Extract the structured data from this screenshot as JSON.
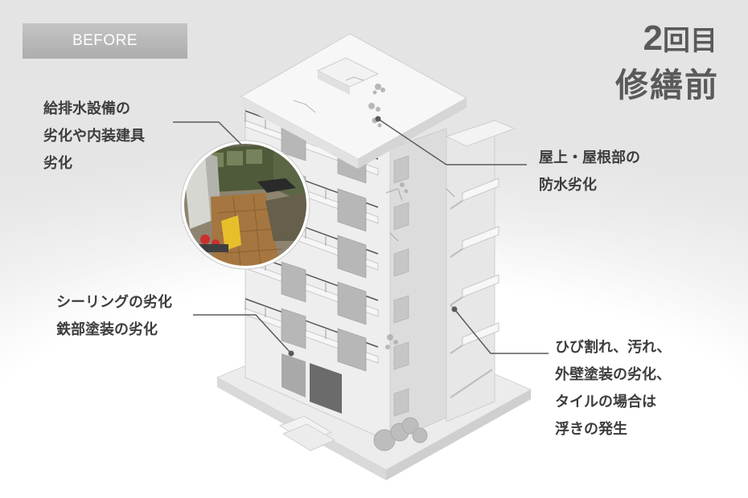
{
  "badge": "BEFORE",
  "round": {
    "number": "2",
    "counter": "回目"
  },
  "title": "修繕前",
  "callouts": {
    "plumbing": [
      "給排水設備の",
      "劣化や内装建具",
      "劣化"
    ],
    "roof": [
      "屋上・屋根部の",
      "防水劣化"
    ],
    "sealing": [
      "シーリングの劣化",
      "鉄部塗装の劣化"
    ],
    "walls": [
      "ひび割れ、汚れ、",
      "外壁塗装の劣化、",
      "タイルの場合は",
      "浮きの発生"
    ]
  },
  "colors": {
    "text": "#3d3d3d",
    "badge": "#b9b9b9",
    "building": "#e6e6e6",
    "accent": "#5a5a5a"
  }
}
